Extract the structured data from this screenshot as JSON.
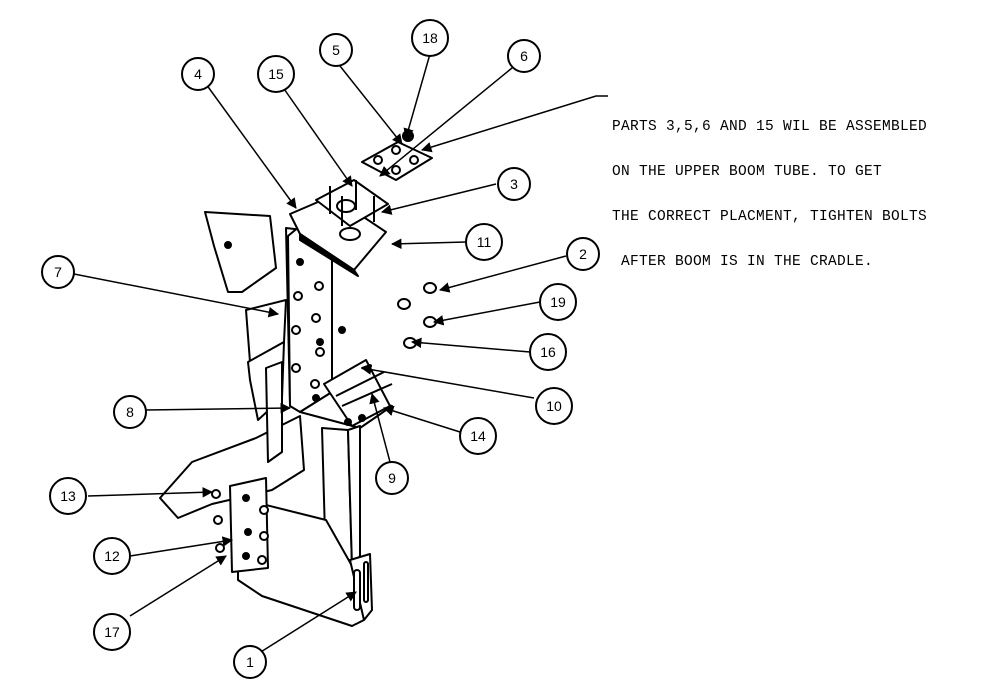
{
  "note": {
    "lines": [
      "PARTS 3,5,6 AND 15 WIL BE ASSEMBLED",
      "ON THE UPPER BOOM TUBE. TO GET",
      "THE CORRECT PLACMENT, TIGHTEN BOLTS",
      " AFTER BOOM IS IN THE CRADLE."
    ]
  },
  "callouts": [
    "1",
    "2",
    "3",
    "4",
    "5",
    "6",
    "7",
    "8",
    "9",
    "10",
    "11",
    "12",
    "13",
    "14",
    "15",
    "16",
    "17",
    "18",
    "19"
  ]
}
